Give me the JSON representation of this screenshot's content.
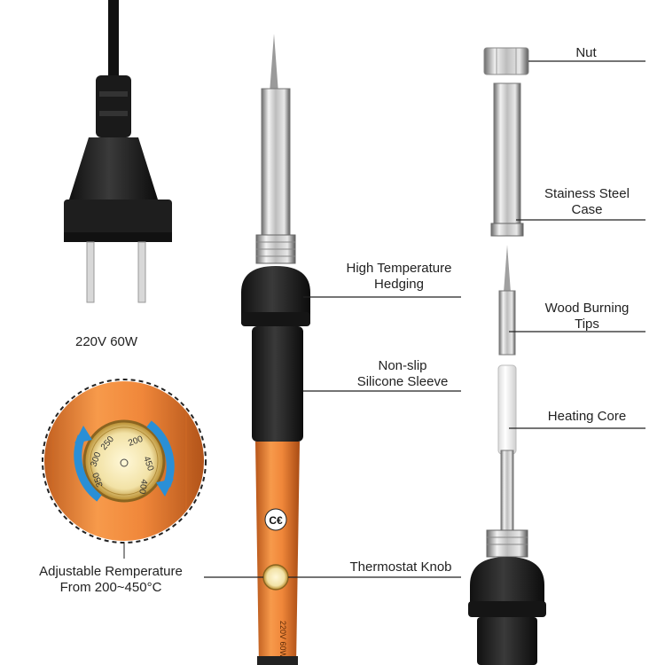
{
  "product": {
    "rating_caption": "220V 60W",
    "handle_print": "220V 60W"
  },
  "callouts": {
    "nut": "Nut",
    "case_line1": "Stainess Steel",
    "case_line2": "Case",
    "hedging_line1": "High Temperature",
    "hedging_line2": "Hedging",
    "tips_line1": "Wood Burning",
    "tips_line2": "Tips",
    "sleeve_line1": "Non-slip",
    "sleeve_line2": "Silicone Sleeve",
    "core": "Heating Core",
    "knob": "Thermostat Knob",
    "adjust_line1": "Adjustable Remperature",
    "adjust_line2": "From 200~450°C"
  },
  "dial": {
    "scale": [
      "200",
      "250",
      "300",
      "350",
      "400",
      "450"
    ]
  }
}
